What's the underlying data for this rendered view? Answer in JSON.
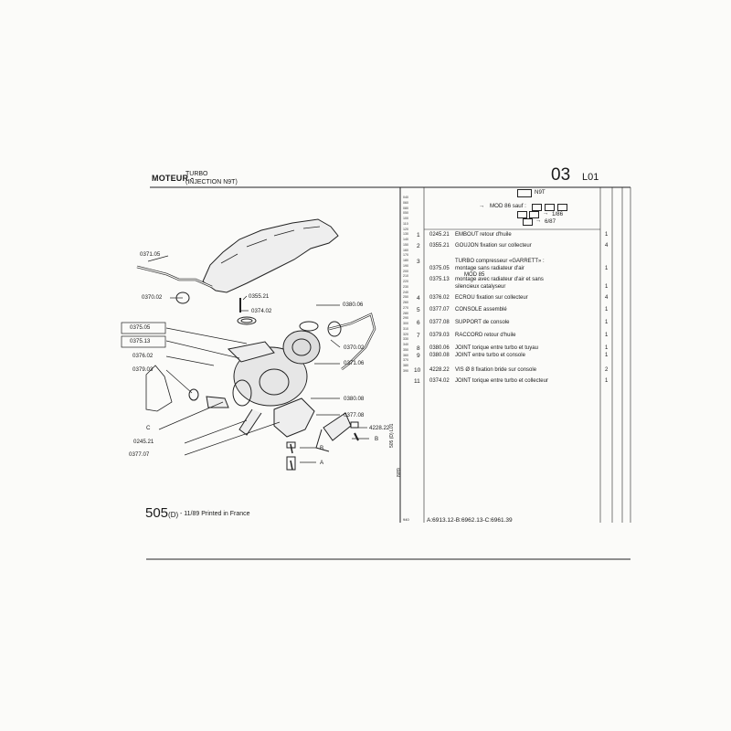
{
  "header": {
    "section": "MOTEUR -",
    "subtitle_1": "TURBO",
    "subtitle_2": "(INJECTION N9T)",
    "code": "03",
    "group": "L01"
  },
  "applicability": {
    "engine": "N9T",
    "line1": "MOD 86  sauf :",
    "line2": "1/86",
    "line3": "6/87"
  },
  "row_codes": [
    "040",
    "060",
    "080",
    "050",
    "100",
    "110",
    "120",
    "130",
    "140",
    "150",
    "160",
    "170",
    "180",
    "190",
    "200",
    "210",
    "220",
    "230",
    "240",
    "250",
    "260",
    "270",
    "280",
    "290",
    "300",
    "310",
    "320",
    "330",
    "340",
    "350",
    "360",
    "370",
    "380",
    "390"
  ],
  "parts": [
    {
      "idx": "1",
      "ref": "0245.21",
      "desc": "EMBOUT retour d'huile",
      "qty": "1"
    },
    {
      "idx": "2",
      "ref": "0355.21",
      "desc": "GOUJON fixation sur collecteur",
      "qty": "4"
    },
    {
      "idx": "3",
      "ref": "",
      "desc": "TURBO compresseur «GARRETT» :",
      "qty": ""
    },
    {
      "idx": "",
      "ref": "0375.05",
      "desc": "montage sans radiateur d'air",
      "qty": "1"
    },
    {
      "idx": "",
      "ref": "",
      "desc": "MOD 85",
      "qty": ""
    },
    {
      "idx": "",
      "ref": "0375.13",
      "desc": "montage avec radiateur d'air et sans",
      "qty": ""
    },
    {
      "idx": "",
      "ref": "",
      "desc": "silencieux catalyseur",
      "qty": "1"
    },
    {
      "idx": "4",
      "ref": "0376.02",
      "desc": "ECROU fixation sur collecteur",
      "qty": "4"
    },
    {
      "idx": "5",
      "ref": "0377.07",
      "desc": "CONSOLE assemblé",
      "qty": "1"
    },
    {
      "idx": "6",
      "ref": "0377.08",
      "desc": "SUPPORT de console",
      "qty": "1"
    },
    {
      "idx": "7",
      "ref": "0379.03",
      "desc": "RACCORD retour d'huile",
      "qty": "1"
    },
    {
      "idx": "8",
      "ref": "0380.06",
      "desc": "JOINT torique entre turbo et tuyau",
      "qty": "1"
    },
    {
      "idx": "9",
      "ref": "0380.08",
      "desc": "JOINT entre turbo et console",
      "qty": "1"
    },
    {
      "idx": "10",
      "ref": "4228.22",
      "desc": "VIS Ø 8 fixation bride sur console",
      "qty": "2"
    },
    {
      "idx": "11",
      "ref": "0374.02",
      "desc": "JOINT torique entre turbo et collecteur",
      "qty": "1"
    }
  ],
  "diagram_labels": [
    {
      "id": "0371.05",
      "text": "0371.05"
    },
    {
      "id": "0370.02a",
      "text": "0370.02"
    },
    {
      "id": "0355.21",
      "text": "0355.21"
    },
    {
      "id": "0374.02",
      "text": "0374.02"
    },
    {
      "id": "0380.06",
      "text": "0380.06"
    },
    {
      "id": "0375.05",
      "text": "0375.05"
    },
    {
      "id": "0375.13",
      "text": "0375.13"
    },
    {
      "id": "0370.02b",
      "text": "0370.02"
    },
    {
      "id": "0376.02",
      "text": "0376.02"
    },
    {
      "id": "0371.06",
      "text": "0371.06"
    },
    {
      "id": "0379.03",
      "text": "0379.03"
    },
    {
      "id": "0380.08",
      "text": "0380.08"
    },
    {
      "id": "0377.08",
      "text": "0377.08"
    },
    {
      "id": "4228.22",
      "text": "4228.22"
    },
    {
      "id": "C",
      "text": "C"
    },
    {
      "id": "B1",
      "text": "B"
    },
    {
      "id": "B2",
      "text": "B"
    },
    {
      "id": "A",
      "text": "A"
    },
    {
      "id": "0245.21",
      "text": "0245.21"
    },
    {
      "id": "0377.07",
      "text": "0377.07"
    }
  ],
  "footer": {
    "model": "505",
    "model_suffix": "(D)",
    "printed": "- 11/89 Printed in France",
    "page_ref": "A:6913.12-B:6962.13-C:6961.39",
    "side_ref_1": "505 (D) L01",
    "side_ref_2": "8/89",
    "bottom_code": "940"
  }
}
